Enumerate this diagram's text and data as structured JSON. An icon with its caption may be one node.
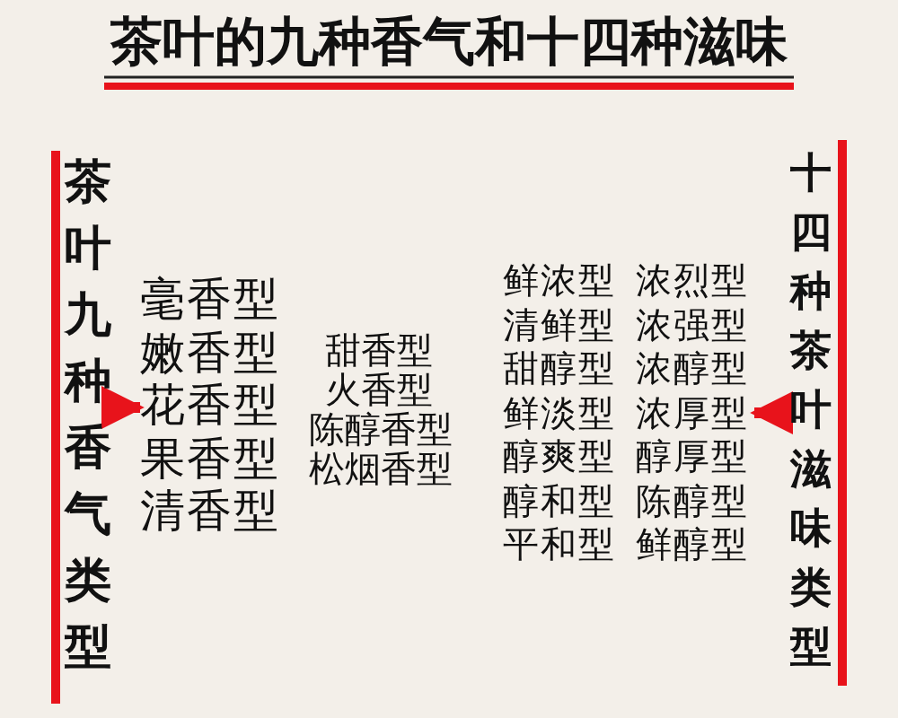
{
  "diagram": {
    "title": "茶叶的九种香气和十四种滋味",
    "nodes": [
      {
        "text": [
          "茶叶九种香气类型"
        ]
      },
      {
        "text": [
          "毫香型",
          "嫩香型",
          "花香型",
          "果香型",
          "清香型"
        ]
      },
      {
        "text": [
          "十四种茶叶滋味类型"
        ]
      },
      {
        "text": [
          "浓烈型",
          "浓强型",
          "浓醇型",
          "浓厚型",
          "醇厚型",
          "陈醇型",
          "鲜醇型"
        ]
      }
    ],
    "edges": [
      {
        "from": 0,
        "to": 1,
        "arrow": "to",
        "color": "#e8131b"
      },
      {
        "from": 2,
        "to": 3,
        "arrow": "to",
        "color": "#e8131b"
      }
    ],
    "labels": [
      "甜香型",
      "火香型",
      "陈醇香型",
      "松烟香型",
      "鲜浓型",
      "清鲜型",
      "甜醇型",
      "鲜淡型",
      "醇爽型",
      "醇和型",
      "平和型"
    ]
  }
}
